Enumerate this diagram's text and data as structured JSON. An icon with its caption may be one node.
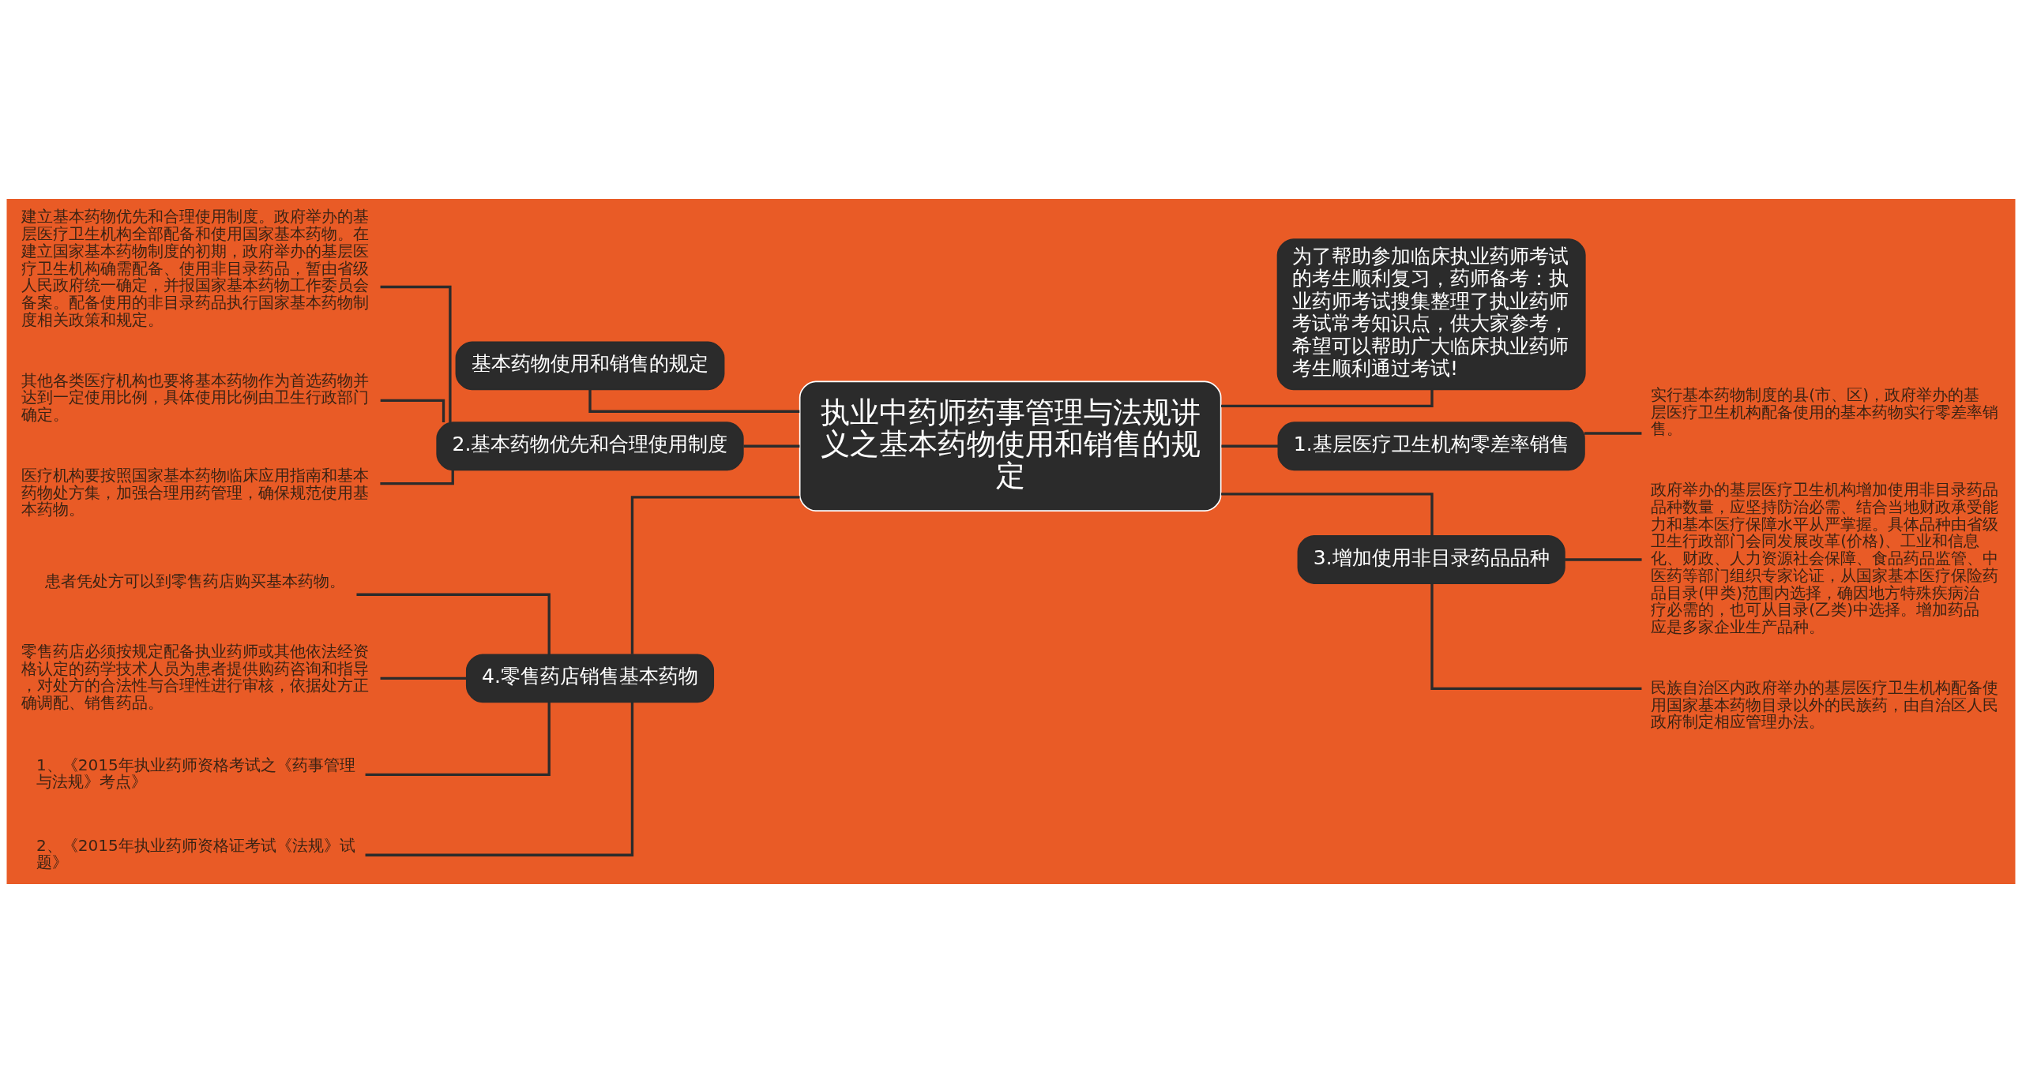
{
  "diagram": {
    "nodes": [
      {
        "text": [
          "执业中药师药事管理与法规讲义之基本药物使用和销售的规定"
        ]
      },
      {
        "text": [
          "基本药物使用和销售的规定"
        ]
      },
      {
        "text": [
          "2.基本药物优先和合理使用制度"
        ]
      },
      {
        "text": [
          "建立基本药物优先和合理使用制度。政府举办的基层医疗卫生机构全部配备和使用国家基本药物。在建立国家基本药物制度的初期，政府举办的基层医疗卫生机构确需配备、使用非目录药品，暂由省级人民政府统一确定，并报国家基本药物工作委员会备案。配备使用的非目录药品执行国家基本药物制度相关政策和规定。"
        ]
      },
      {
        "text": [
          "其他各类医疗机构也要将基本药物作为首选药物并达到一定使用比例，具体使用比例由卫生行政部门确定。"
        ]
      },
      {
        "text": [
          "医疗机构要按照国家基本药物临床应用指南和基本药物处方集，加强合理用药管理，确保规范使用基本药物。"
        ]
      },
      {
        "text": [
          "4.零售药店销售基本药物"
        ]
      },
      {
        "text": [
          "患者凭处方可以到零售药店购买基本药物。"
        ]
      },
      {
        "text": [
          "零售药店必须按规定配备执业药师或其他依法经资格认定的药学技术人员为患者提供购药咨询和指导，对处方的合法性与合理性进行审核，依据处方正确调配、销售药品。"
        ]
      },
      {
        "text": [
          "1、《2015年执业药师资格考试之《药事管理与法规》考点》"
        ]
      },
      {
        "text": [
          "2、《2015年执业药师资格证考试《法规》试题》"
        ]
      },
      {
        "text": [
          "为了帮助参加临床执业药师考试的考生顺利复习，药师备考：执业药师考试搜集整理了执业药师考试常考知识点，供大家参考，希望可以帮助广大临床执业药师考生顺利通过考试!"
        ]
      },
      {
        "text": [
          "1.基层医疗卫生机构零差率销售"
        ]
      },
      {
        "text": [
          "实行基本药物制度的县(市、区)，政府举办的基层医疗卫生机构配备使用的基本药物实行零差率销售。"
        ]
      },
      {
        "text": [
          "3.增加使用非目录药品品种"
        ]
      },
      {
        "text": [
          "政府举办的基层医疗卫生机构增加使用非目录药品品种数量，应坚持防治必需、结合当地财政承受能力和基本医疗保障水平从严掌握。具体品种由省级卫生行政部门会同发展改革(价格)、工业和信息化、财政、人力资源社会保障、食品药品监管、中医药等部门组织专家论证，从国家基本医疗保险药品目录(甲类)范围内选择，确因地方特殊疾病治疗必需的，也可从目录(乙类)中选择。增加药品应是多家企业生产品种。"
        ]
      },
      {
        "text": [
          "民族自治区内政府举办的基层医疗卫生机构配备使用国家基本药物目录以外的民族药，由自治区人民政府制定相应管理办法。"
        ]
      }
    ],
    "edges": [
      {
        "from": 0,
        "to": 1,
        "arrow": "none"
      },
      {
        "from": 0,
        "to": 2,
        "arrow": "none"
      },
      {
        "from": 2,
        "to": 3,
        "arrow": "none"
      },
      {
        "from": 2,
        "to": 4,
        "arrow": "none"
      },
      {
        "from": 2,
        "to": 5,
        "arrow": "none"
      },
      {
        "from": 0,
        "to": 6,
        "arrow": "none"
      },
      {
        "from": 6,
        "to": 7,
        "arrow": "none"
      },
      {
        "from": 6,
        "to": 8,
        "arrow": "none"
      },
      {
        "from": 6,
        "to": 9,
        "arrow": "none"
      },
      {
        "from": 6,
        "to": 10,
        "arrow": "none"
      },
      {
        "from": 0,
        "to": 11,
        "arrow": "none"
      },
      {
        "from": 0,
        "to": 12,
        "arrow": "none"
      },
      {
        "from": 12,
        "to": 13,
        "arrow": "none"
      },
      {
        "from": 0,
        "to": 14,
        "arrow": "none"
      },
      {
        "from": 14,
        "to": 15,
        "arrow": "none"
      },
      {
        "from": 14,
        "to": 16,
        "arrow": "none"
      }
    ]
  }
}
